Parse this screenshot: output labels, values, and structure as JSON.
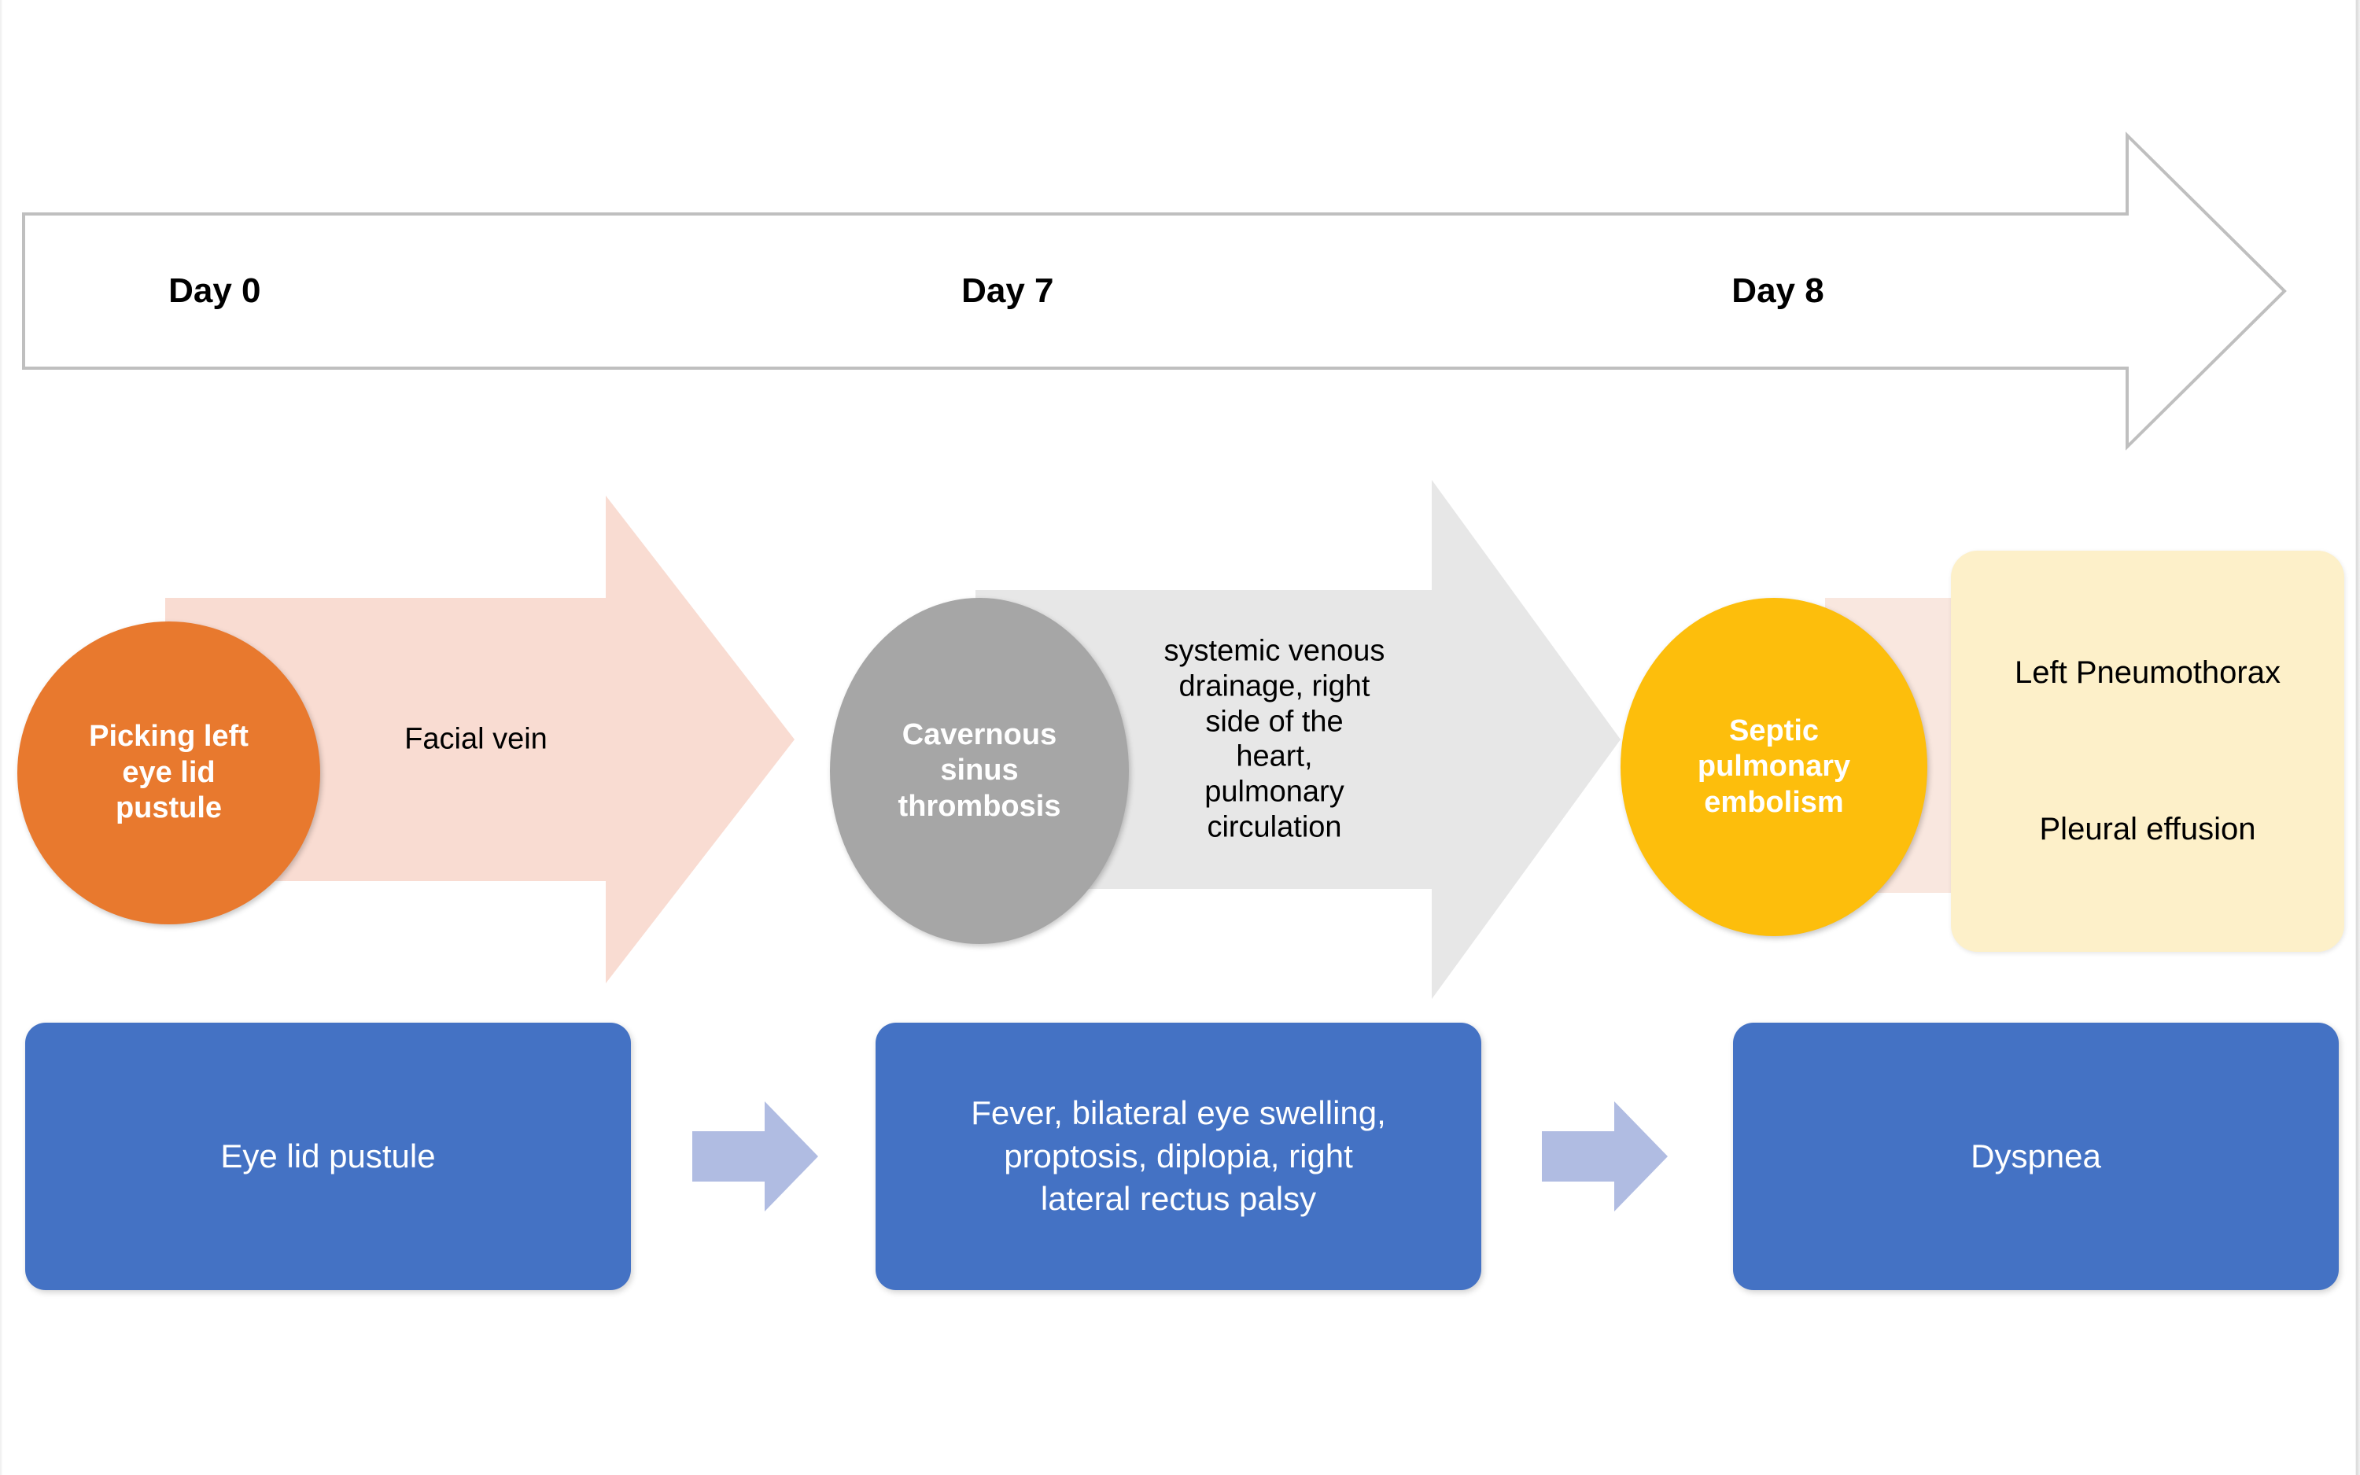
{
  "timeline": {
    "days": [
      {
        "label": "Day 0",
        "x_pct": 8.5
      },
      {
        "label": "Day 7",
        "x_pct": 43.5
      },
      {
        "label": "Day 8",
        "x_pct": 77.5
      }
    ]
  },
  "pathway": {
    "steps": [
      {
        "node_label": "Picking left\neye lid\npustule",
        "node_color": "#E8792E",
        "connector_label": "Facial vein",
        "connector_color": "#F9DCD2"
      },
      {
        "node_label": "Cavernous\nsinus\nthrombosis",
        "node_color": "#A6A6A6",
        "connector_label": "systemic venous\ndrainage, right\nside of the\nheart,\npulmonary\ncirculation",
        "connector_color": "#E7E7E7"
      },
      {
        "node_label": "Septic\npulmonary\nembolism",
        "node_color": "#FDBE0C",
        "connector_label": "",
        "connector_color": "#F8E3D9"
      }
    ],
    "outcome_box": {
      "background": "#FDF0C9",
      "lines": [
        "Left Pneumothorax",
        "Pleural effusion"
      ]
    }
  },
  "symptoms": {
    "box_color": "#4472C4",
    "chevron_color": "#B0BCE2",
    "boxes": [
      {
        "label": "Eye lid pustule"
      },
      {
        "label": "Fever, bilateral eye swelling,\nproptosis, diplopia, right\nlateral rectus palsy"
      },
      {
        "label": "Dyspnea"
      }
    ]
  },
  "colors": {
    "timeline_stroke": "#BFBFBF",
    "page_background": "#FFFFFF",
    "text_dark": "#000000",
    "text_light": "#FFFFFF"
  }
}
